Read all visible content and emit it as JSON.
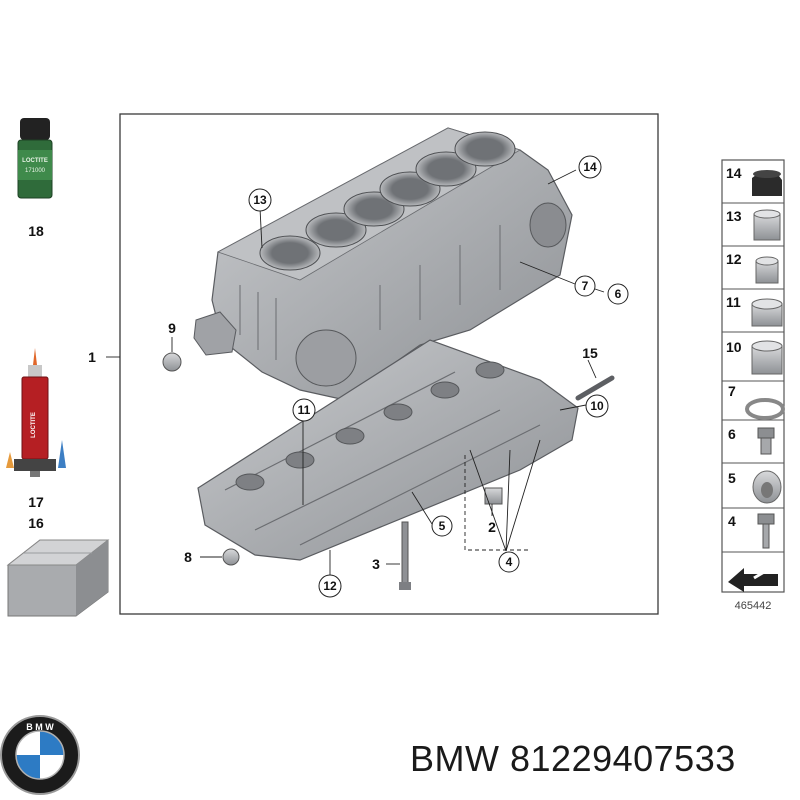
{
  "callouts": {
    "c14": "14",
    "c13": "13",
    "c7": "7",
    "c6": "6",
    "c9": "9",
    "c1": "1",
    "c15": "15",
    "c10": "10",
    "c11": "11",
    "c5": "5",
    "c2": "2",
    "c8": "8",
    "c3": "3",
    "c4": "4",
    "c12": "12"
  },
  "loose_parts": {
    "p18": "18",
    "p17": "17",
    "p16": "16"
  },
  "legend": {
    "l14": "14",
    "l13": "13",
    "l12": "12",
    "l11": "11",
    "l10": "10",
    "l7": "7",
    "l6": "6",
    "l5": "5",
    "l4": "4"
  },
  "diagram_number": "465442",
  "product_labels": {
    "loctite_a": "LOCTITE",
    "loctite_b": "171000",
    "loctite_c": "LOCTITE"
  },
  "footer": {
    "brand": "BMW",
    "part_number": "81229407533",
    "logo_text": "B M W"
  },
  "colors": {
    "casting": "#a7a9ac",
    "casting_dark": "#7d7f83",
    "frame": "#3a3a3a",
    "bmw_blue": "#2d7bc4"
  }
}
